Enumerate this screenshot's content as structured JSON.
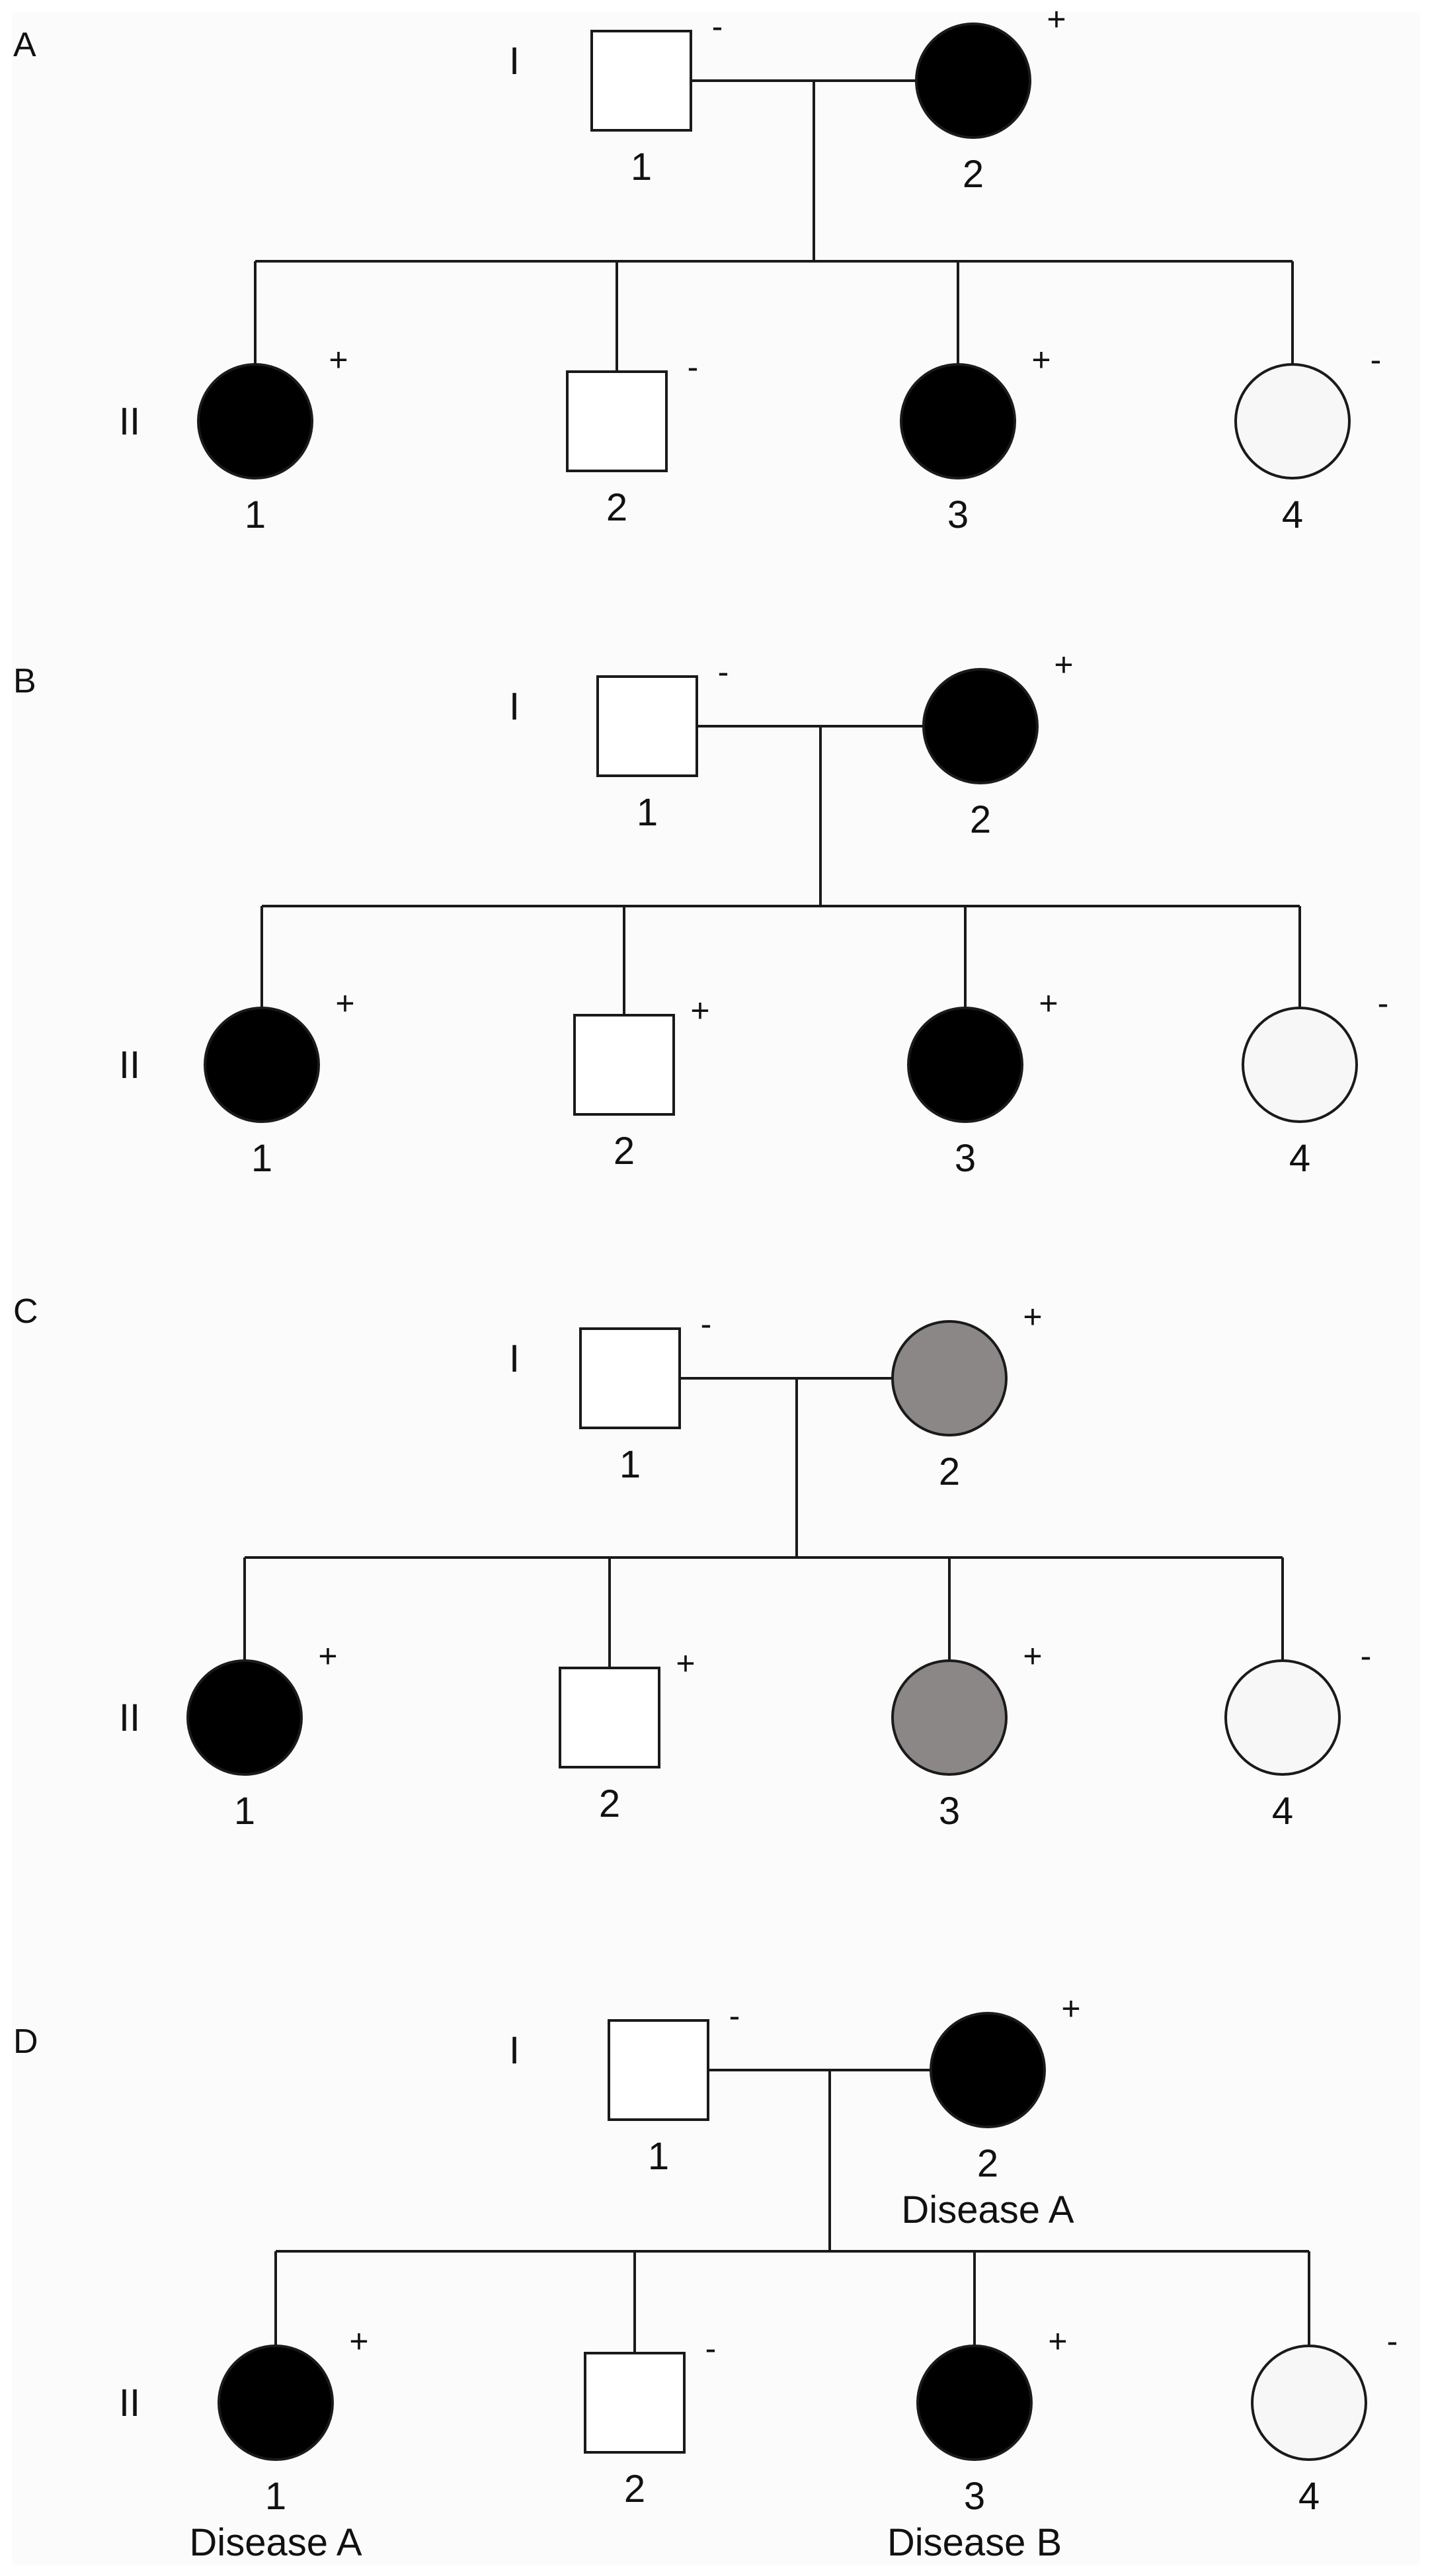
{
  "figure": {
    "panels": [
      {
        "letter": "A",
        "generations": [
          "I",
          "II"
        ],
        "individuals": [
          {
            "gen": "I",
            "num": "1",
            "sex": "male",
            "status": "unaffected",
            "sign": "-",
            "note": ""
          },
          {
            "gen": "I",
            "num": "2",
            "sex": "female",
            "status": "affected",
            "sign": "+",
            "note": ""
          },
          {
            "gen": "II",
            "num": "1",
            "sex": "female",
            "status": "affected",
            "sign": "+",
            "note": ""
          },
          {
            "gen": "II",
            "num": "2",
            "sex": "male",
            "status": "unaffected",
            "sign": "-",
            "note": ""
          },
          {
            "gen": "II",
            "num": "3",
            "sex": "female",
            "status": "affected",
            "sign": "+",
            "note": ""
          },
          {
            "gen": "II",
            "num": "4",
            "sex": "female",
            "status": "unaffected",
            "sign": "-",
            "note": ""
          }
        ]
      },
      {
        "letter": "B",
        "generations": [
          "I",
          "II"
        ],
        "individuals": [
          {
            "gen": "I",
            "num": "1",
            "sex": "male",
            "status": "unaffected",
            "sign": "-",
            "note": ""
          },
          {
            "gen": "I",
            "num": "2",
            "sex": "female",
            "status": "affected",
            "sign": "+",
            "note": ""
          },
          {
            "gen": "II",
            "num": "1",
            "sex": "female",
            "status": "affected",
            "sign": "+",
            "note": ""
          },
          {
            "gen": "II",
            "num": "2",
            "sex": "male",
            "status": "unaffected",
            "sign": "+",
            "note": ""
          },
          {
            "gen": "II",
            "num": "3",
            "sex": "female",
            "status": "affected",
            "sign": "+",
            "note": ""
          },
          {
            "gen": "II",
            "num": "4",
            "sex": "female",
            "status": "unaffected",
            "sign": "-",
            "note": ""
          }
        ]
      },
      {
        "letter": "C",
        "generations": [
          "I",
          "II"
        ],
        "individuals": [
          {
            "gen": "I",
            "num": "1",
            "sex": "male",
            "status": "unaffected",
            "sign": "-",
            "note": ""
          },
          {
            "gen": "I",
            "num": "2",
            "sex": "female",
            "status": "partial",
            "sign": "+",
            "note": ""
          },
          {
            "gen": "II",
            "num": "1",
            "sex": "female",
            "status": "affected",
            "sign": "+",
            "note": ""
          },
          {
            "gen": "II",
            "num": "2",
            "sex": "male",
            "status": "unaffected",
            "sign": "+",
            "note": ""
          },
          {
            "gen": "II",
            "num": "3",
            "sex": "female",
            "status": "partial",
            "sign": "+",
            "note": ""
          },
          {
            "gen": "II",
            "num": "4",
            "sex": "female",
            "status": "unaffected",
            "sign": "-",
            "note": ""
          }
        ]
      },
      {
        "letter": "D",
        "generations": [
          "I",
          "II"
        ],
        "individuals": [
          {
            "gen": "I",
            "num": "1",
            "sex": "male",
            "status": "unaffected",
            "sign": "-",
            "note": ""
          },
          {
            "gen": "I",
            "num": "2",
            "sex": "female",
            "status": "affected",
            "sign": "+",
            "note": "Disease A"
          },
          {
            "gen": "II",
            "num": "1",
            "sex": "female",
            "status": "affected",
            "sign": "+",
            "note": "Disease A"
          },
          {
            "gen": "II",
            "num": "2",
            "sex": "male",
            "status": "unaffected",
            "sign": "-",
            "note": ""
          },
          {
            "gen": "II",
            "num": "3",
            "sex": "female",
            "status": "affected",
            "sign": "+",
            "note": "Disease B"
          },
          {
            "gen": "II",
            "num": "4",
            "sex": "female",
            "status": "unaffected",
            "sign": "-",
            "note": ""
          }
        ]
      }
    ]
  },
  "colors": {
    "affected": "#000000",
    "partial": "#8c8787",
    "unaffected_female": "#f7f7f7",
    "unaffected_male": "#ffffff",
    "stroke": "#1a1a1a",
    "background": "#fbfbfb"
  }
}
